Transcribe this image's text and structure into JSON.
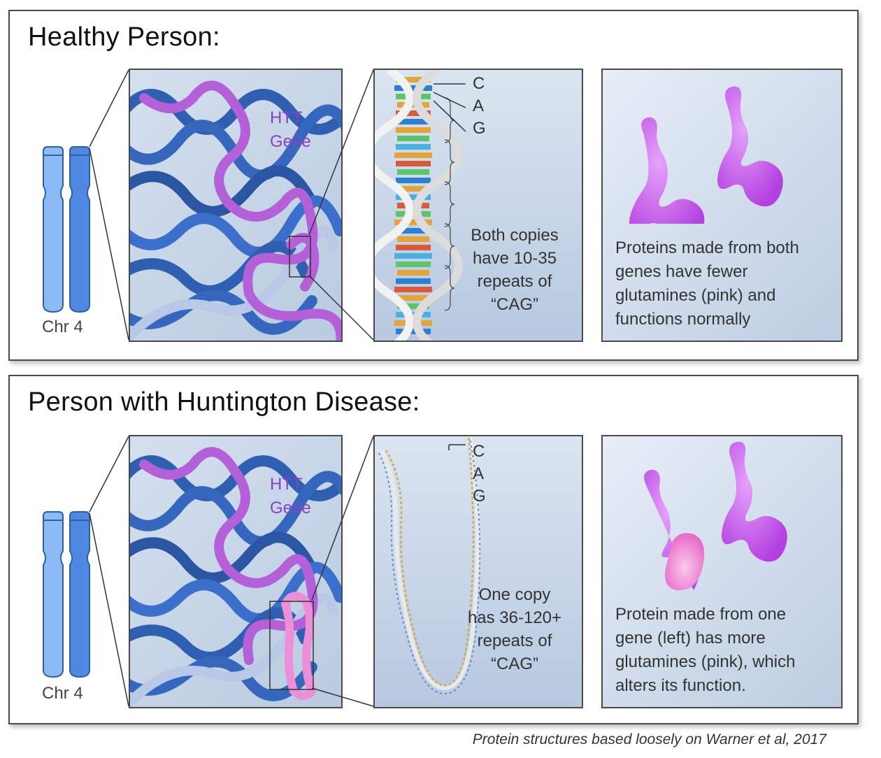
{
  "healthy": {
    "title": "Healthy Person:",
    "chromosome_label": "Chr 4",
    "gene_label_1": "HTT",
    "gene_label_2": "Gene",
    "bases": [
      "C",
      "A",
      "G"
    ],
    "helix_text": [
      "Both copies",
      "have 10-35",
      "repeats of",
      "“CAG”"
    ],
    "protein_text": [
      "Proteins made from both",
      "genes have fewer",
      "glutamines (pink) and",
      "functions normally"
    ]
  },
  "disease": {
    "title": "Person with Huntington Disease:",
    "chromosome_label": "Chr 4",
    "gene_label_1": "HTT",
    "gene_label_2": "Gene",
    "bases": [
      "C",
      "A",
      "G"
    ],
    "helix_text": [
      "One copy",
      "has 36-120+",
      "repeats of",
      "“CAG”"
    ],
    "protein_text": [
      "Protein made from one",
      "gene (left) has more",
      "glutamines (pink), which",
      "alters its function."
    ]
  },
  "caption": "Protein structures based loosely on Warner et al, 2017",
  "colors": {
    "chromosome_light": "#7fb0f0",
    "chromosome_dark": "#4a86e0",
    "dna_blue": "#2f5fb0",
    "htt_purple": "#a24ad0",
    "protein_purple": "#c25ae8",
    "glutamine_pink": "#f09ad8",
    "gene_label": "#8a3fc8"
  },
  "icons": [
    "chromosome-icon",
    "dna-chromatin-illustration",
    "double-helix-illustration",
    "protein-molecule-icon"
  ]
}
